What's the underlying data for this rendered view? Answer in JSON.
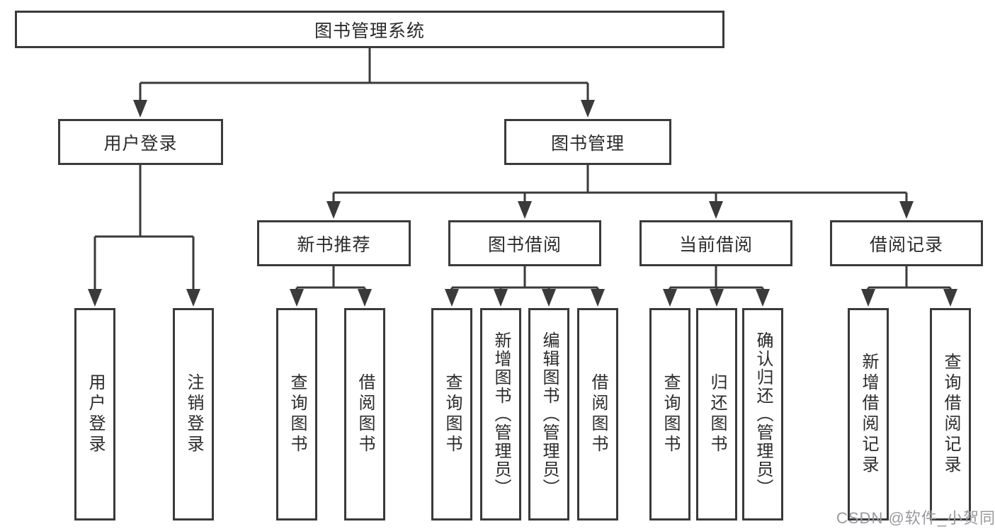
{
  "diagram_type": "hierarchy-chart",
  "colors": {
    "line": "#3a3a3a",
    "box_border": "#3a3a3a",
    "box_fill": "#ffffff",
    "text": "#2b2b2b",
    "watermark": "#98989e",
    "background": "#ffffff"
  },
  "tree": {
    "label": "图书管理系统",
    "children": [
      {
        "label": "用户登录",
        "children": [
          {
            "label": "用户登录",
            "children": []
          },
          {
            "label": "注销登录",
            "children": []
          }
        ]
      },
      {
        "label": "图书管理",
        "children": [
          {
            "label": "新书推荐",
            "children": [
              {
                "label": "查询图书",
                "children": []
              },
              {
                "label": "借阅图书",
                "children": []
              }
            ]
          },
          {
            "label": "图书借阅",
            "children": [
              {
                "label": "查询图书",
                "children": []
              },
              {
                "label": "新增图书（管理员）",
                "children": []
              },
              {
                "label": "编辑图书（管理员）",
                "children": []
              },
              {
                "label": "借阅图书",
                "children": []
              }
            ]
          },
          {
            "label": "当前借阅",
            "children": [
              {
                "label": "查询图书",
                "children": []
              },
              {
                "label": "归还图书",
                "children": []
              },
              {
                "label": "确认归还（管理员）",
                "children": []
              }
            ]
          },
          {
            "label": "借阅记录",
            "children": [
              {
                "label": "新增借阅记录",
                "children": []
              },
              {
                "label": "查询借阅记录",
                "children": []
              }
            ]
          }
        ]
      }
    ]
  },
  "watermark": {
    "text": "CSDN @软件_小贺同学"
  }
}
